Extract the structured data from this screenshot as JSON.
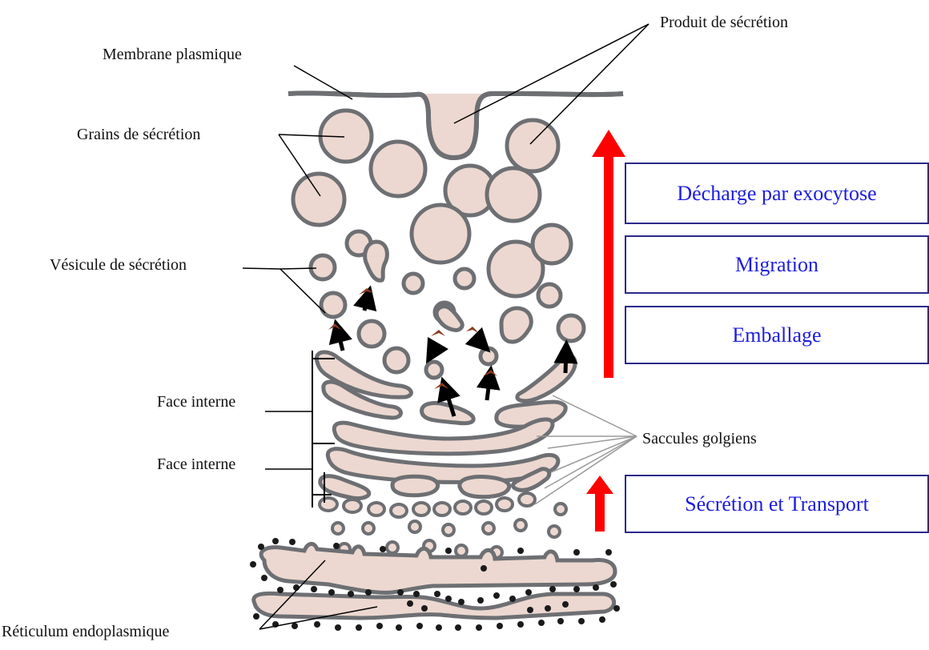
{
  "labels": {
    "produit": "Produit de sécrétion",
    "membrane": "Membrane plasmique",
    "grains": "Grains de sécrétion",
    "vesicule": "Vésicule de sécrétion",
    "face_interne_1": "Face interne",
    "face_interne_2": "Face interne",
    "saccules": "Saccules golgiens",
    "reticulum": "Réticulum endoplasmique"
  },
  "steps": {
    "decharge": "Décharge par exocytose",
    "migration": "Migration",
    "emballage": "Emballage",
    "secretion": "Sécrétion et Transport"
  },
  "colors": {
    "organelle_fill": "#ecd8d0",
    "organelle_stroke": "#6d6f73",
    "arrow_red": "#ff0000",
    "box_text": "#1d1de0",
    "box_border": "#2b2a8a",
    "small_arrow": "#000000",
    "arrow_tip": "#8b3a1f"
  }
}
